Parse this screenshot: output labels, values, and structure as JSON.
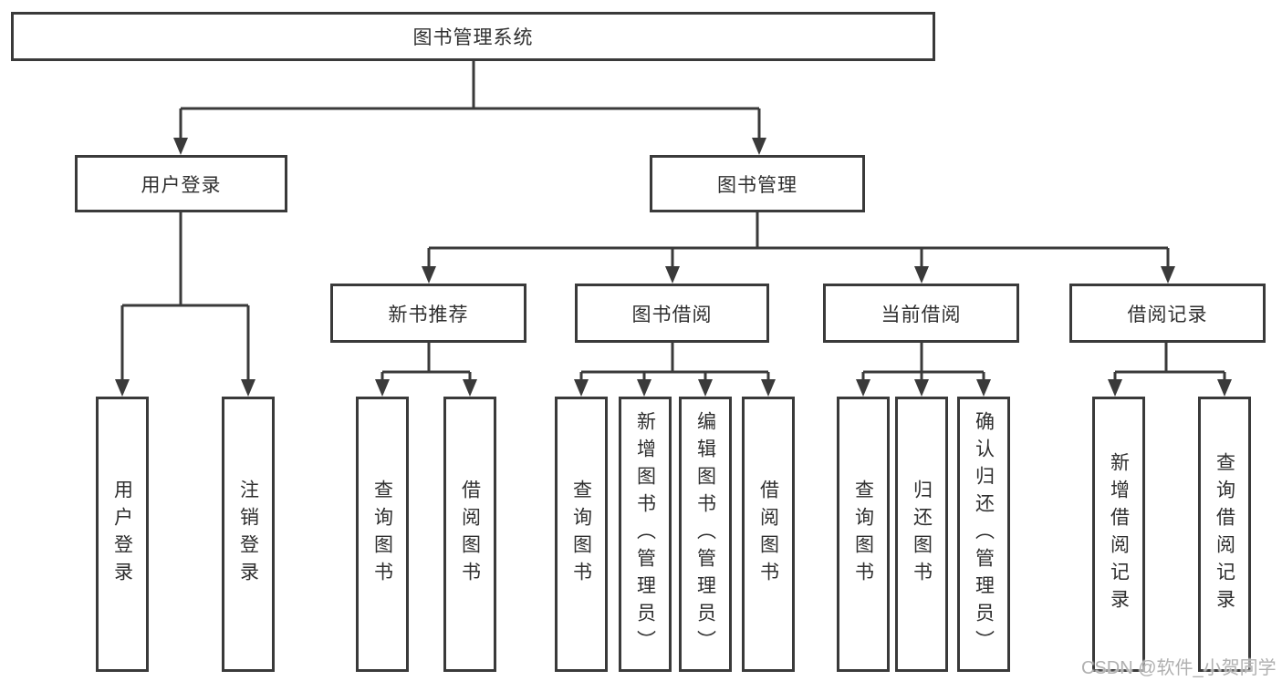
{
  "diagram": {
    "root": {
      "label": "图书管理系统"
    },
    "branches": [
      {
        "label": "用户登录",
        "children": [
          {
            "label": "用户登录"
          },
          {
            "label": "注销登录"
          }
        ]
      },
      {
        "label": "图书管理",
        "children": [
          {
            "label": "新书推荐",
            "children": [
              {
                "label": "查询图书"
              },
              {
                "label": "借阅图书"
              }
            ]
          },
          {
            "label": "图书借阅",
            "children": [
              {
                "label": "查询图书"
              },
              {
                "label": "新增图书（管理员）"
              },
              {
                "label": "编辑图书（管理员）"
              },
              {
                "label": "借阅图书"
              }
            ]
          },
          {
            "label": "当前借阅",
            "children": [
              {
                "label": "查询图书"
              },
              {
                "label": "归还图书"
              },
              {
                "label": "确认归还（管理员）"
              }
            ]
          },
          {
            "label": "借阅记录",
            "children": [
              {
                "label": "新增借阅记录"
              },
              {
                "label": "查询借阅记录"
              }
            ]
          }
        ]
      }
    ]
  },
  "watermark": {
    "text": "CSDN @软件_小贺同学"
  },
  "colors": {
    "line": "#3a3a3a",
    "text": "#2f2f2f",
    "watermark": "#b0b0b0",
    "background": "#ffffff"
  }
}
